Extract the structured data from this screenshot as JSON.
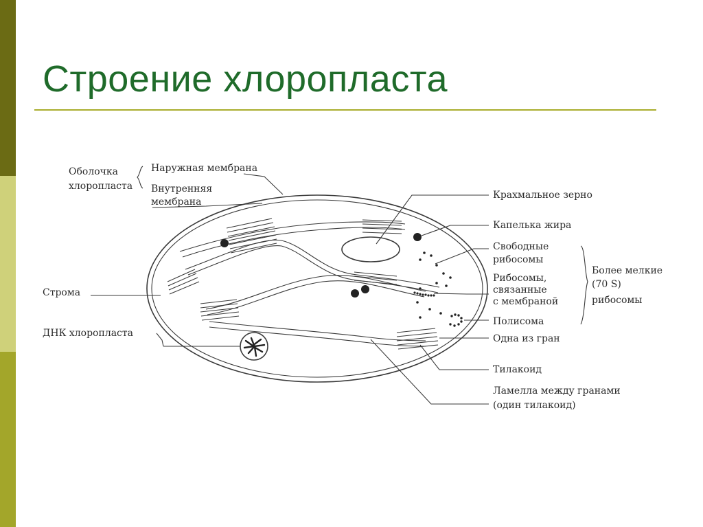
{
  "title": "Строение хлоропласта",
  "colors": {
    "title": "#1f6b2a",
    "rule": "#a9ad2c",
    "bar_dark": "#6b6b14",
    "bar_light": "#cfd17a",
    "bar_mid": "#a3a62a"
  },
  "labels": {
    "envelope_line1": "Оболочка",
    "envelope_line2": "хлоропласта",
    "outer_membrane": "Наружная мембрана",
    "inner_membrane_line1": "Внутренняя",
    "inner_membrane_line2": "мембрана",
    "starch": "Крахмальное зерно",
    "lipid": "Капелька жира",
    "free_ribosomes_line1": "Свободные",
    "free_ribosomes_line2": "рибосомы",
    "bound_ribosomes_line1": "Рибосомы,",
    "bound_ribosomes_line2": "связанные",
    "bound_ribosomes_line3": "с мембраной",
    "smaller_line1": "Более мелкие",
    "smaller_line2": "(70 S)",
    "smaller_line3": "рибосомы",
    "polysome": "Полисома",
    "stroma": "Строма",
    "dna": "ДНК хлоропласта",
    "granum": "Одна из гран",
    "thylakoid": "Тилакоид",
    "lamella_line1": "Ламелла между гранами",
    "lamella_line2": "(один тилакоид)"
  }
}
